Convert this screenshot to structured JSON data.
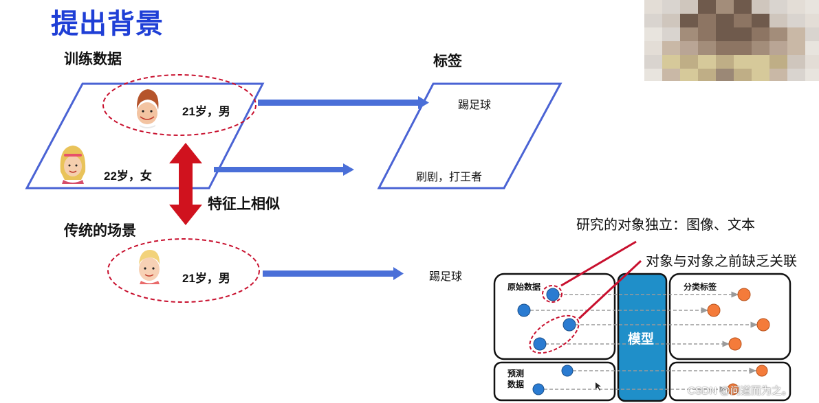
{
  "title": "提出背景",
  "training": {
    "label": "训练数据",
    "person1": "21岁，男",
    "person2": "22岁，女"
  },
  "labels": {
    "label": "标签",
    "tag1": "踢足球",
    "tag2": "刷剧，打王者"
  },
  "similar_text": "特征上相似",
  "traditional": {
    "label": "传统的场景",
    "person": "21岁，男",
    "tag": "踢足球"
  },
  "notes": {
    "note1": "研究的对象独立：图像、文本",
    "note2": "对象与对象之前缺乏关联"
  },
  "diagram": {
    "raw_label": "原始数据",
    "model_label": "模型",
    "class_label": "分类标签",
    "predict_label_line1": "预测",
    "predict_label_line2": "数据"
  },
  "colors": {
    "title": "#1f3fd6",
    "parallelogram": "#4a63d4",
    "arrow": "#4a6fd8",
    "ellipse": "#c8102e",
    "double_arrow": "#d0121e",
    "dot_blue": "#2a7bd1",
    "dot_orange": "#f47b3a",
    "model_box": "#1f8fc9"
  },
  "watermark": "CSDN @问道而为之。"
}
